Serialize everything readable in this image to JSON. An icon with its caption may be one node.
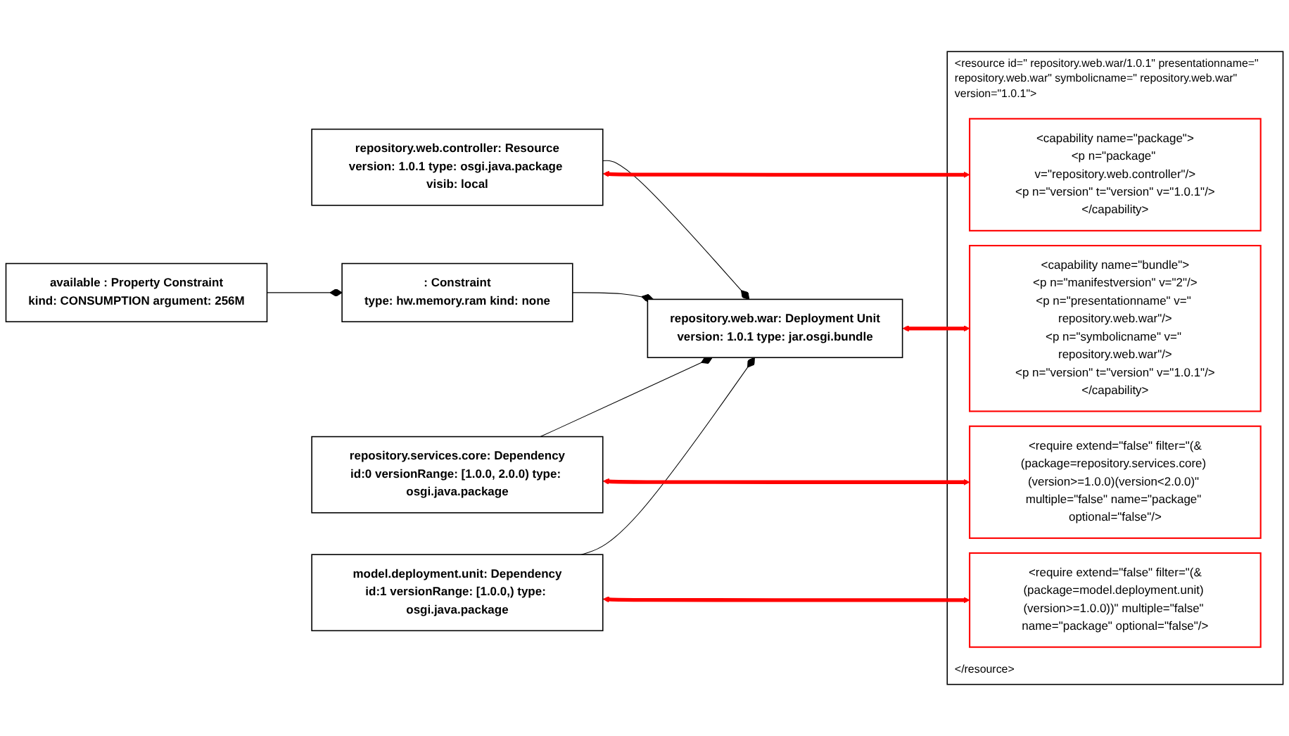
{
  "diagram": {
    "nodes": [
      {
        "text": [
          "available : Property Constraint",
          "kind: CONSUMPTION argument: 256M"
        ]
      },
      {
        "text": [
          "repository.web.controller: Resource",
          "version: 1.0.1 type: osgi.java.package visib: local"
        ]
      },
      {
        "text": [
          ": Constraint",
          "type: hw.memory.ram kind: none"
        ]
      },
      {
        "text": [
          "repository.web.war: Deployment Unit",
          "version: 1.0.1 type: jar.osgi.bundle"
        ]
      },
      {
        "text": [
          "repository.services.core: Dependency",
          "id:0 versionRange: [1.0.0, 2.0.0) type: osgi.java.package"
        ]
      },
      {
        "text": [
          "model.deployment.unit: Dependency",
          "id:1 versionRange: [1.0.0,) type: osgi.java.package"
        ]
      },
      {
        "text": [
          "<resource id=\" repository.web.war/1.0.1\" presentationname=\" repository.web.war\" symbolicname=\" repository.web.war\" version=\"1.0.1\">",
          "</resource>"
        ]
      },
      {
        "text": [
          "<capability name=\"bundle\">",
          "<p n=\"manifestversion\" v=\"2\"/>",
          "<p n=\"presentationname\" v=\" repository.web.war\"/>",
          "<p n=\"symbolicname\" v=\" repository.web.war\"/>",
          "<p n=\"version\" t=\"version\" v=\"1.0.1\"/>",
          "</capability>"
        ],
        "in": 6
      },
      {
        "text": [
          "<capability name=\"package\">",
          "<p n=\"package\" v=\"repository.web.controller\"/>",
          "<p n=\"version\" t=\"version\" v=\"1.0.1\"/>",
          "</capability>"
        ],
        "in": 6
      },
      {
        "text": [
          "<require extend=\"false\" filter=\"(&(package=repository.services.core) (version>=1.0.0)(version<2.0.0)\" multiple=\"false\" name=\"package\" optional=\"false\"/>"
        ],
        "in": 6
      },
      {
        "text": [
          "<require extend=\"false\" filter=\"(&(package=model.deployment.unit) (version>=1.0.0))\" multiple=\"false\" name=\"package\" optional=\"false\"/>"
        ],
        "in": 6
      }
    ],
    "edges": [
      {
        "from": 0,
        "to": 2,
        "arrow": "other"
      },
      {
        "from": 1,
        "to": 3,
        "arrow": "other"
      },
      {
        "from": 2,
        "to": 3,
        "arrow": "other"
      },
      {
        "from": 4,
        "to": 3,
        "arrow": "other"
      },
      {
        "from": 5,
        "to": 3,
        "arrow": "other"
      },
      {
        "from": 1,
        "to": 8,
        "arrow": "both",
        "style": "thick",
        "color": "#ff0000"
      },
      {
        "from": 3,
        "to": 7,
        "arrow": "both",
        "style": "thick",
        "color": "#ff0000"
      },
      {
        "from": 4,
        "to": 9,
        "arrow": "both",
        "style": "thick",
        "color": "#ff0000"
      },
      {
        "from": 5,
        "to": 10,
        "arrow": "both",
        "style": "thick",
        "color": "#ff0000"
      }
    ]
  }
}
